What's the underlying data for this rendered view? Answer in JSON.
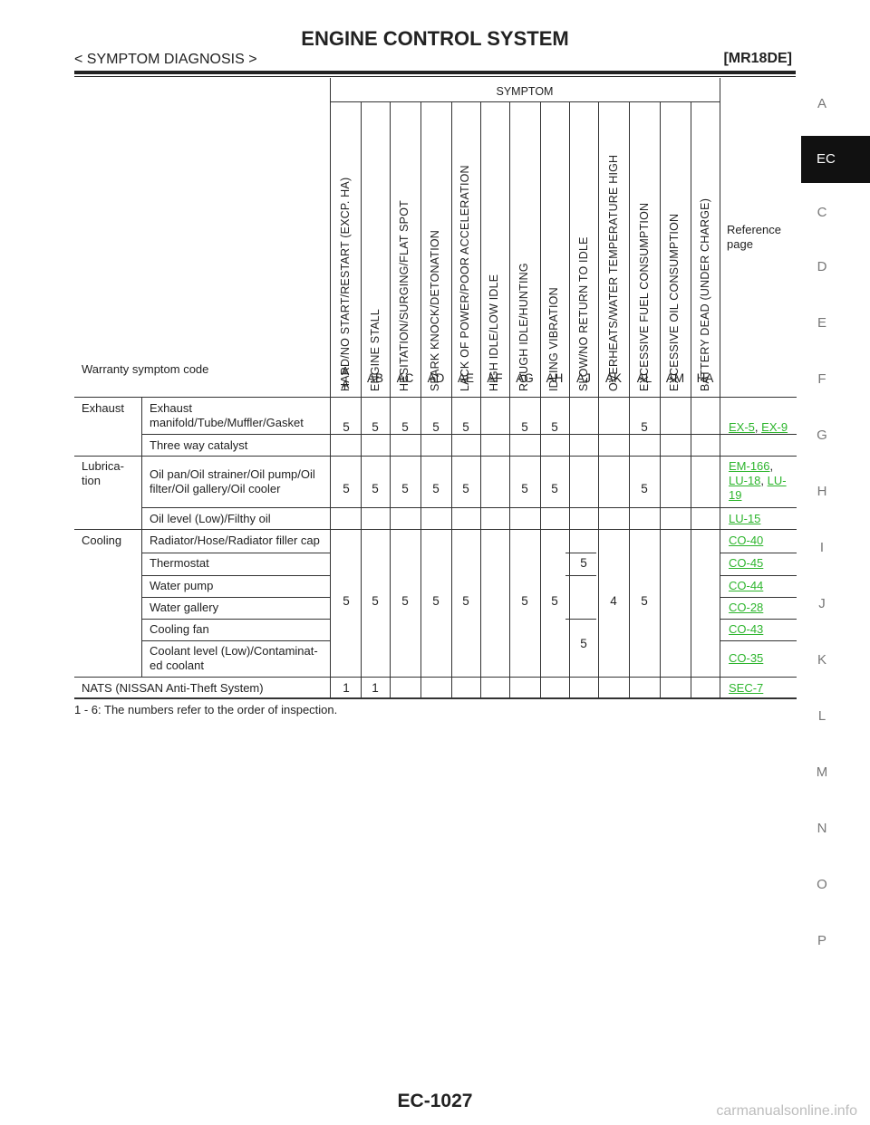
{
  "header": {
    "title": "ENGINE CONTROL SYSTEM",
    "section": "< SYMPTOM DIAGNOSIS >",
    "model": "[MR18DE]"
  },
  "side_index": {
    "letters": [
      "A",
      "EC",
      "C",
      "D",
      "E",
      "F",
      "G",
      "H",
      "I",
      "J",
      "K",
      "L",
      "M",
      "N",
      "O",
      "P"
    ],
    "active": "EC"
  },
  "table": {
    "symptom_header": "SYMPTOM",
    "symptoms": [
      "HARD/NO START/RESTART (EXCP. HA)",
      "ENGINE STALL",
      "HESITATION/SURGING/FLAT SPOT",
      "SPARK KNOCK/DETONATION",
      "LACK OF POWER/POOR ACCELERATION",
      "HIGH IDLE/LOW IDLE",
      "ROUGH IDLE/HUNTING",
      "IDLING VIBRATION",
      "SLOW/NO RETURN TO IDLE",
      "OVERHEATS/WATER TEMPERATURE HIGH",
      "EXCESSIVE FUEL CONSUMPTION",
      "EXCESSIVE OIL CONSUMPTION",
      "BATTERY DEAD (UNDER CHARGE)"
    ],
    "reference_header": "Reference page",
    "warranty_label": "Warranty symptom code",
    "codes": [
      "A A",
      "AB",
      "AC",
      "AD",
      "AE",
      "AF",
      "AG",
      "AH",
      "AJ",
      "AK",
      "AL",
      "AM",
      "HA"
    ],
    "groups": {
      "exhaust": "Exhaust",
      "lubrication": "Lubrica-tion",
      "cooling": "Cooling"
    },
    "items": {
      "exhaust_manifold": "Exhaust manifold/Tube/Muffler/Gasket",
      "three_way": "Three way catalyst",
      "oil_pan": "Oil pan/Oil strainer/Oil pump/Oil filter/Oil gallery/Oil cooler",
      "oil_level": "Oil level (Low)/Filthy oil",
      "radiator": "Radiator/Hose/Radiator filler cap",
      "thermostat": "Thermostat",
      "water_pump": "Water pump",
      "water_gallery": "Water gallery",
      "cooling_fan": "Cooling fan",
      "coolant_level": "Coolant level (Low)/Contaminat-ed coolant",
      "nats": "NATS (NISSAN Anti-Theft System)"
    },
    "values": {
      "five": "5",
      "four": "4",
      "one": "1"
    },
    "refs": {
      "ex5": "EX-5",
      "ex9": "EX-9",
      "em166": "EM-166",
      "lu18": "LU-18",
      "lu19": "LU-19",
      "lu15": "LU-15",
      "co40": "CO-40",
      "co45": "CO-45",
      "co44": "CO-44",
      "co28": "CO-28",
      "co43": "CO-43",
      "co35": "CO-35",
      "sec7": "SEC-7",
      "sep": ","
    }
  },
  "footnote": "1 - 6: The numbers refer to the order of inspection.",
  "page_number": "EC-1027",
  "watermark": "carmanualsonline.info"
}
